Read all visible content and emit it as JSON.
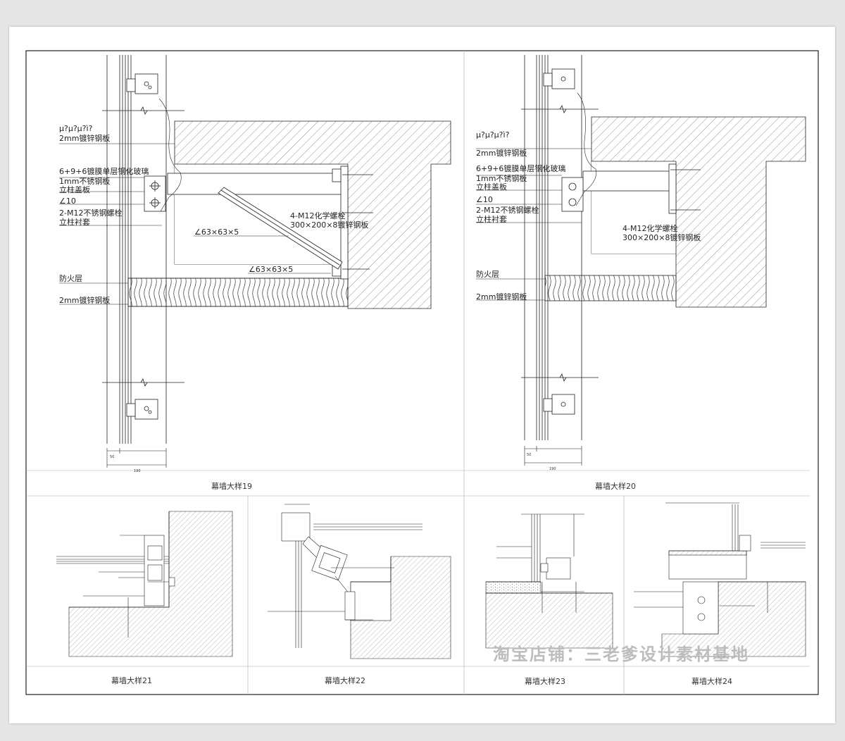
{
  "detail19": {
    "title": "幕墙大样19",
    "labels": {
      "l1": "μ?μ?μ?ì?",
      "l2": "2mm镀锌钢板",
      "l3": "6+9+6镀膜单层钢化玻璃",
      "l4": "1mm不锈钢板",
      "l5": "立柱盖板",
      "l6": "∠10",
      "l7": "2-M12不锈钢螺栓",
      "l8": "立柱衬套",
      "l9": "4-M12化学螺栓",
      "l10": "300×200×8镀锌钢板",
      "l11": "∠63×63×5",
      "l12": "∠63×63×5",
      "l13": "防火层",
      "l14": "2mm镀锌钢板",
      "d1": "50",
      "d2": "190"
    }
  },
  "detail20": {
    "title": "幕墙大样20",
    "labels": {
      "l1": "μ?μ?μ?ì?",
      "l2": "2mm镀锌钢板",
      "l3": "6+9+6镀膜单层钢化玻璃",
      "l4": "1mm不锈钢板",
      "l5": "立柱盖板",
      "l6": "∠10",
      "l7": "2-M12不锈钢螺栓",
      "l8": "立柱衬套",
      "l9": "4-M12化学螺栓",
      "l10": "300×200×8镀锌钢板",
      "l11": "防火层",
      "l12": "2mm镀锌钢板",
      "d1": "50",
      "d2": "190"
    }
  },
  "detail21": {
    "title": "幕墙大样21"
  },
  "detail22": {
    "title": "幕墙大样22"
  },
  "detail23": {
    "title": "幕墙大样23"
  },
  "detail24": {
    "title": "幕墙大样24"
  },
  "watermark": "淘宝店铺：三老爹设计素材基地"
}
